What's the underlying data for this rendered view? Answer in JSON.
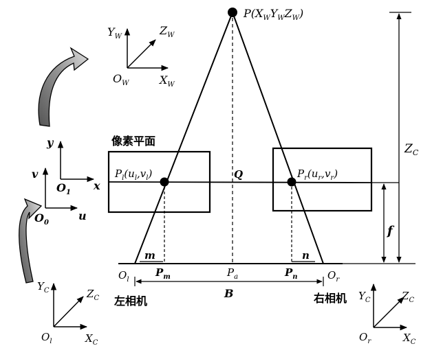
{
  "point_p": {
    "label": "P(X",
    "w1": "W",
    "y": "Y",
    "w2": "W",
    "z": "Z",
    "w3": "W",
    "close": ")"
  },
  "world_axes": {
    "y": "Y",
    "y_sub": "W",
    "z": "Z",
    "z_sub": "W",
    "x": "X",
    "x_sub": "W",
    "o": "O",
    "o_sub": "W"
  },
  "image_plane_label": "像素平面",
  "image_axes": {
    "y": "y",
    "v": "v",
    "x": "x",
    "u": "u",
    "o1": "O",
    "o1_sub": "1",
    "o0": "O",
    "o0_sub": "0"
  },
  "left_point": {
    "p": "P",
    "p_sub": "l",
    "open": "(u",
    "u_sub": "l",
    "comma": ",v",
    "v_sub": "l",
    "close": ")"
  },
  "right_point": {
    "p": "P",
    "p_sub": "r",
    "open": "(u",
    "u_sub": "r",
    "comma": ",v",
    "v_sub": "r",
    "close": ")"
  },
  "q_label": "Q",
  "zc_label": {
    "z": "Z",
    "sub": "C"
  },
  "f_label": "f",
  "m_label": "m",
  "n_label": "n",
  "pm_label": {
    "p": "P",
    "sub": "m"
  },
  "pn_label": {
    "p": "P",
    "sub": "n"
  },
  "pa_label": {
    "p": "P",
    "sub": "a"
  },
  "ol_label": {
    "o": "O",
    "sub": "l"
  },
  "or_label": {
    "o": "O",
    "sub": "r"
  },
  "b_label": "B",
  "left_camera_label": "左相机",
  "right_camera_label": "右相机",
  "left_cam_axes": {
    "y": "Y",
    "y_sub": "C",
    "z": "Z",
    "z_sub": "C",
    "x": "X",
    "x_sub": "C",
    "o": "O",
    "o_sub": "l"
  },
  "right_cam_axes": {
    "y": "Y",
    "y_sub": "C",
    "z": "Z",
    "z_sub": "C",
    "x": "X",
    "x_sub": "C",
    "o": "O",
    "o_sub": "r"
  }
}
